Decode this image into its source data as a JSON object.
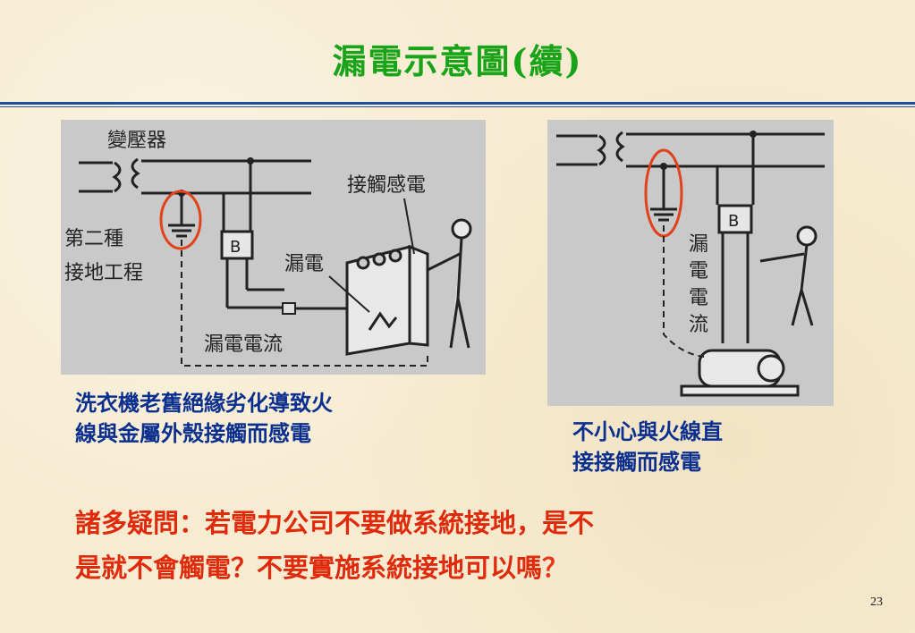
{
  "slide": {
    "title": "漏電示意圖(續)",
    "page_number": "23"
  },
  "left_figure": {
    "labels": {
      "transformer": "變壓器",
      "grounding_type_line1": "第二種",
      "grounding_type_line2": "接地工程",
      "contact_shock": "接觸感電",
      "leakage": "漏電",
      "leakage_current": "漏電電流",
      "breaker": "B"
    },
    "caption_line1": "洗衣機老舊絕緣劣化導致火",
    "caption_line2": "線與金屬外殼接觸而感電"
  },
  "right_figure": {
    "labels": {
      "breaker": "B",
      "leakage_current_vertical": [
        "漏",
        "電",
        "電",
        "流"
      ]
    },
    "caption_line1": "不小心與火線直",
    "caption_line2": "接接觸而感電"
  },
  "question": {
    "prefix": "諸多疑問：",
    "line1_rest": "若電力公司不要做系統接地，是不",
    "line2": "是就不會觸電？不要實施系統接地可以嗎",
    "end_mark": "？"
  },
  "colors": {
    "title": "#19a319",
    "caption": "#0b2f8e",
    "question": "#e02a0c",
    "highlight_circle": "#e0421a",
    "rule": "#1d4f9c"
  }
}
